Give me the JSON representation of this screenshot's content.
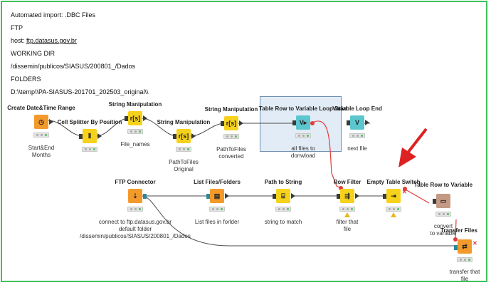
{
  "annotation": {
    "lines": [
      "Automated import: .DBC Files",
      "FTP",
      "WORKING DIR",
      "/dissemin/publicos/SIASUS/200801_/Dados",
      "FOLDERS",
      "D:\\\\temp\\\\PA-SIASUS-201701_202503_original\\\\"
    ],
    "host_label": "host:",
    "host_link": "ftp.datasus.gov.br"
  },
  "nodes": {
    "create_datetime": {
      "title": "Create Date&Time Range",
      "desc1": "Start&End",
      "desc2": "Months",
      "icon": "clock-icon",
      "color": "#f39a2c"
    },
    "cell_splitter": {
      "title": "Cell Splitter By Position",
      "icon": "split-icon",
      "color": "#f7d21c"
    },
    "string_manip_1": {
      "title": "String Manipulation",
      "desc1": "File_names",
      "icon": "string-icon",
      "color": "#f7d21c",
      "glyph": "r[s]"
    },
    "string_manip_2": {
      "title": "String Manipulation",
      "desc1": "PathToFiles",
      "desc2": "Original",
      "icon": "string-icon",
      "color": "#f7d21c",
      "glyph": "r[s]"
    },
    "string_manip_3": {
      "title": "String Manipulation",
      "desc1": "PathToFiles",
      "desc2": "converted",
      "icon": "string-icon",
      "color": "#f7d21c",
      "glyph": "r[s]"
    },
    "loop_start": {
      "title": "Table Row to Variable Loop Start",
      "desc1": "all files to",
      "desc2": "donwload",
      "icon": "loop-start-icon",
      "color": "#5cc6cf",
      "glyph": "V▸"
    },
    "loop_end": {
      "title": "Variable Loop End",
      "desc1": "next file",
      "icon": "loop-end-icon",
      "color": "#5cc6cf",
      "glyph": "V"
    },
    "ftp_connector": {
      "title": "FTP Connector",
      "desc1": "connect to ftp.datasus.gov.br",
      "desc2": "default folder",
      "desc3": "/dissemin/publicos/SIASUS/200801_/Dados",
      "icon": "ftp-icon",
      "color": "#f39a2c"
    },
    "list_files": {
      "title": "List Files/Folders",
      "desc1": "List files in forlder",
      "icon": "list-files-icon",
      "color": "#f39a2c"
    },
    "path_to_string": {
      "title": "Path to String",
      "desc1": "string to match",
      "icon": "path-icon",
      "color": "#f7d21c"
    },
    "row_filter": {
      "title": "Row Filter",
      "desc1": "filter that",
      "desc2": "file",
      "icon": "filter-icon",
      "color": "#f7d21c"
    },
    "empty_switch": {
      "title": "Empty Table Switch",
      "icon": "switch-icon",
      "color": "#f7d21c"
    },
    "table_row_var": {
      "title": "Table Row to Variable",
      "desc1": "convert",
      "desc2": "to variable",
      "icon": "table-var-icon",
      "color": "#c49a84"
    },
    "transfer_files": {
      "title": "Transfer Files",
      "desc1": "transfer that",
      "desc2": "file",
      "icon": "transfer-icon",
      "color": "#f39a2c"
    }
  },
  "colors": {
    "frame_border": "#3ec25a",
    "flow_line": "#4a4a4a",
    "variable_line": "#e23c3c",
    "arrow": "#dd2222",
    "loop_highlight": "#e2ecf6"
  }
}
